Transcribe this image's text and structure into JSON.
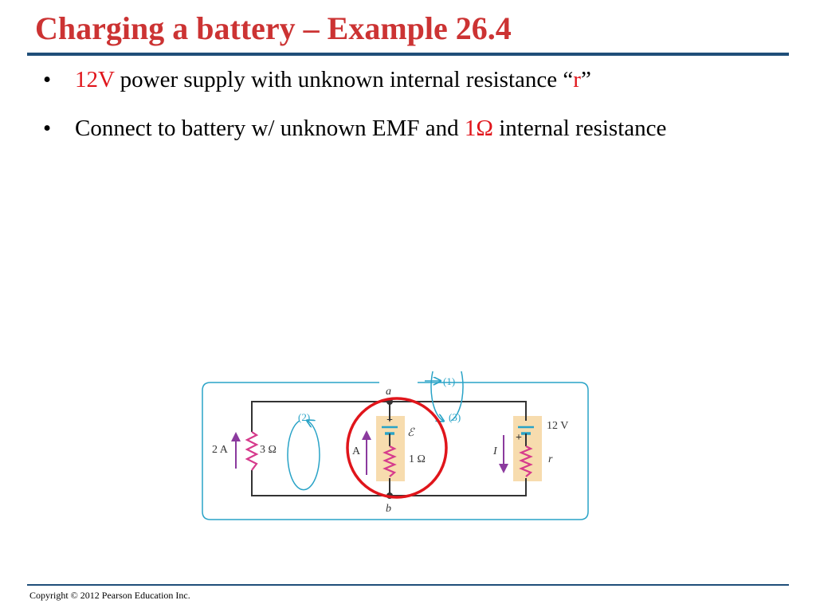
{
  "slide": {
    "title": "Charging a battery – Example 26.4",
    "bullet1": {
      "bullet": "•",
      "value": "12V",
      "text": " power supply with unknown internal resistance “",
      "r": "r",
      "close": "”"
    },
    "bullet2": {
      "bullet": "•",
      "text": "Connect to battery w/ unknown EMF and ",
      "value": "1Ω",
      "tail": " internal resistance"
    },
    "copyright": "Copyright © 2012 Pearson Education Inc."
  },
  "diagram": {
    "loop1": "(1)",
    "loop2": "(2)",
    "loop3": "(3)",
    "node_a": "a",
    "node_b": "b",
    "current_2a": "2 A",
    "res_3ohm": "3 Ω",
    "current_a": "A",
    "emf_symbol": "ℰ",
    "res_1ohm": "1 Ω",
    "current_i": "I",
    "voltage_12v": "12 V",
    "res_r": "r",
    "plus": "+",
    "colors": {
      "wire": "#333333",
      "loop": "#29a3c7",
      "resistor": "#d63a8c",
      "arrow": "#8b3a9e",
      "highlight": "#f7dcae",
      "circle": "#e0151b"
    }
  }
}
